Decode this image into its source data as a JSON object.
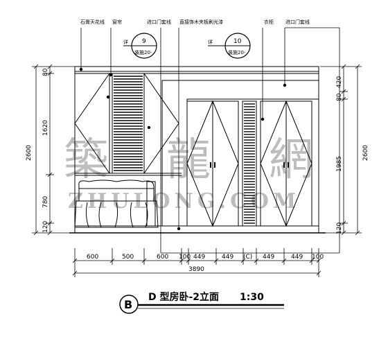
{
  "callouts": {
    "ceiling_label": "石膏天花线",
    "curtain_label": "窗帘",
    "door_trim_label": "进口门套线",
    "panel_label": "直接饰木夹板刷光漆",
    "wardrobe_label": "衣柜",
    "door_trim_label_2": "进口门套线"
  },
  "detail_tags": {
    "left": {
      "prefix": "详",
      "number": "9",
      "sheet": "装施20-"
    },
    "right": {
      "prefix": "详",
      "number": "10",
      "sheet": "装施20-"
    }
  },
  "dimensions": {
    "left_vertical": {
      "overall": "2600",
      "segments": [
        "80",
        "1620",
        "780",
        "120"
      ]
    },
    "right_vertical": {
      "overall": "2600",
      "segments": [
        "420",
        "80",
        "1985",
        "120"
      ]
    },
    "bottom": {
      "segments": [
        "600",
        "500",
        "600",
        "100",
        "449",
        "449",
        "(C)",
        "449",
        "449",
        "100"
      ],
      "overall": "3890"
    }
  },
  "title_block": {
    "section_mark": "B",
    "title": "D 型房卧-2立面",
    "scale": "1:30"
  },
  "watermark": {
    "chars": [
      "築",
      "龍",
      "網"
    ],
    "latin": "ZHULONG.COM"
  }
}
